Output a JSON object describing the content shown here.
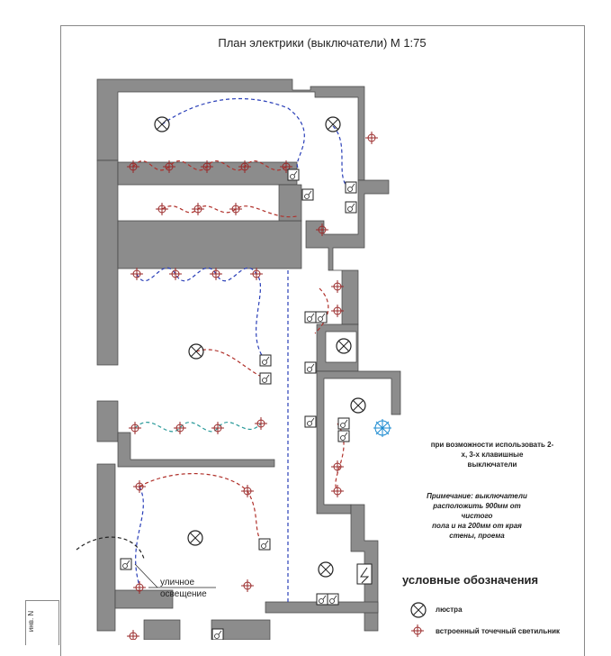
{
  "title": "План электрики (выключатели) М 1:75",
  "notes": {
    "switch_hint": [
      "при возможности использовать 2-",
      "х, 3-х клавишные",
      "выключатели"
    ],
    "remark": [
      "Примечание: выключатели",
      "расположить 900мм от",
      "чистого",
      "пола и на 200мм от края",
      "стены, проема"
    ]
  },
  "street_label": [
    "уличное",
    "освещение"
  ],
  "legend": {
    "title": "условные обозначения",
    "items": [
      {
        "icon": "chandelier-icon",
        "label": "люстра"
      },
      {
        "icon": "spot-light-icon",
        "label": "встроенный точечный светильник"
      }
    ]
  },
  "stamp": "инв. N",
  "colors": {
    "wall": "#8c8c8c",
    "wire_blue": "#2a3fb8",
    "wire_red": "#b0302a",
    "wire_teal": "#2a9a9a",
    "door": "#e0a060"
  }
}
